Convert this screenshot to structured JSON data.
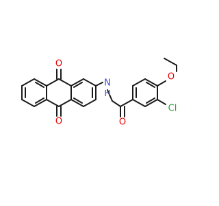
{
  "molecule": {
    "atoms": {
      "oxygen_top": "O",
      "oxygen_bottom": "O",
      "amide_nitrogen": "N",
      "amide_hydrogen": "H",
      "carbonyl_oxygen": "O",
      "ether_oxygen": "O",
      "chlorine": "Cl"
    },
    "colors": {
      "bond": "#1a1a1a",
      "oxygen": "#e60000",
      "nitrogen": "#3b4bd8",
      "chlorine": "#2aa02a"
    }
  }
}
